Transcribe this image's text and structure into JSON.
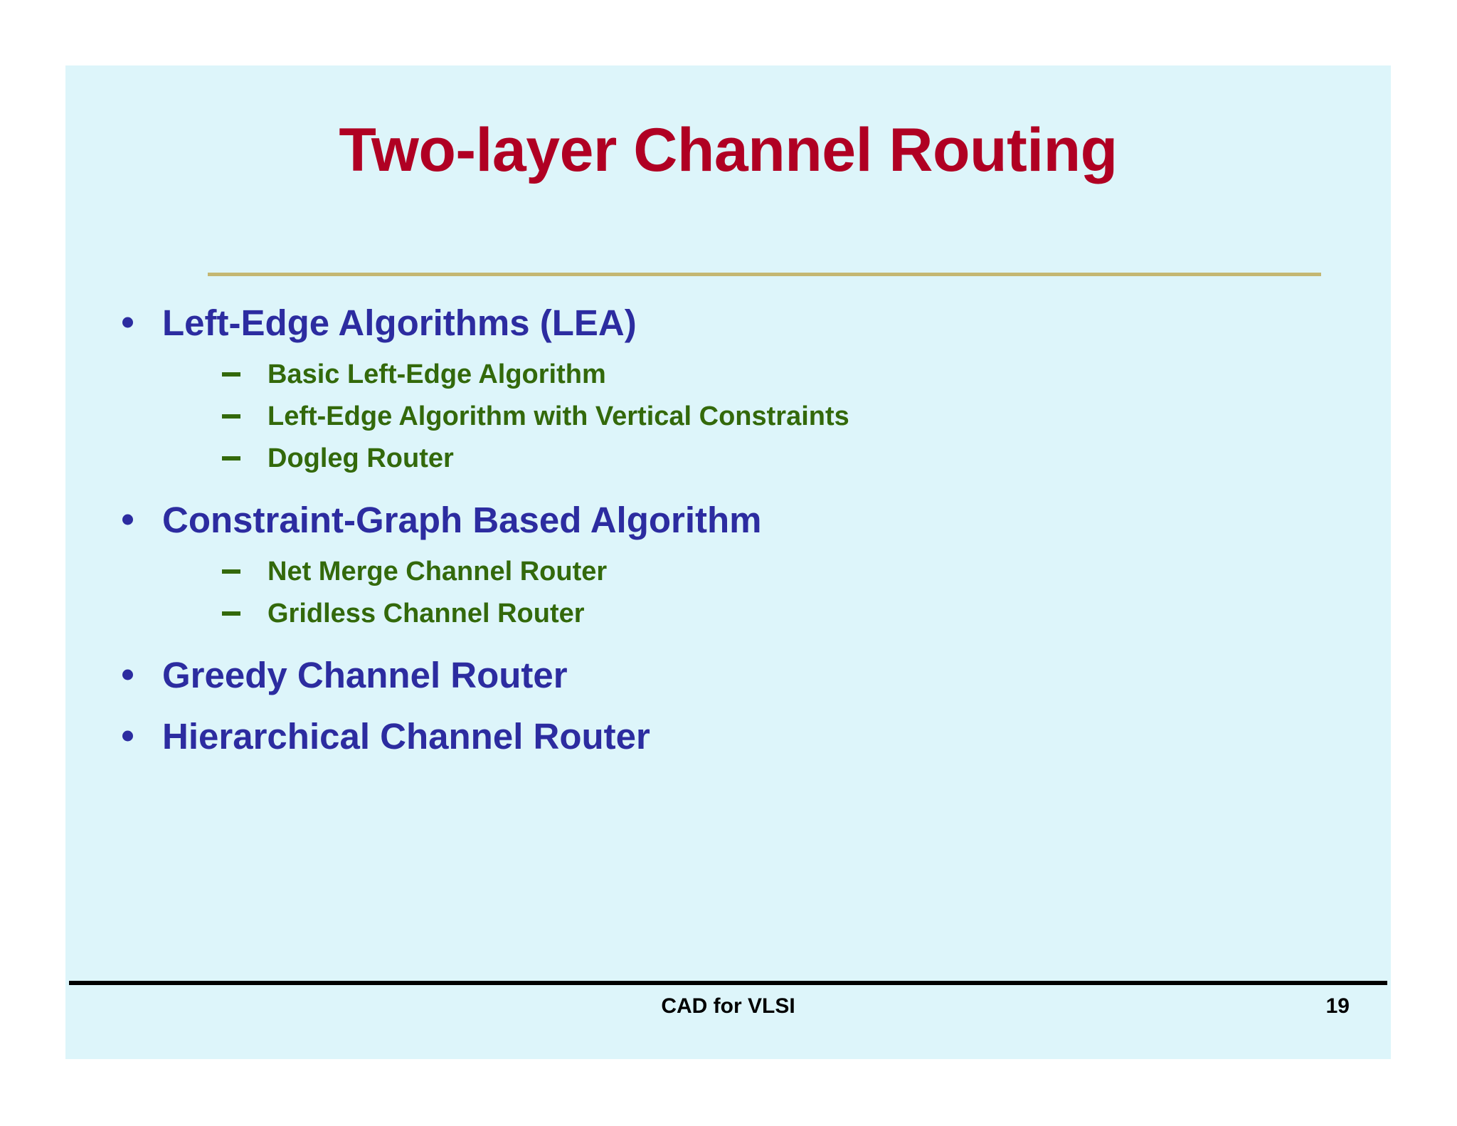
{
  "slide": {
    "title": "Two-layer Channel Routing",
    "background_color": "#ddf5fa",
    "page_background_color": "#ffffff",
    "title_color": "#b00023",
    "divider_color": "#c4b772",
    "level1_color": "#2c2ca0",
    "level2_color": "#33690b",
    "footer_rule_color": "#000000"
  },
  "body": {
    "items": [
      {
        "level": 1,
        "text": "Left-Edge Algorithms (LEA)",
        "marker": "bullet-dot-icon"
      },
      {
        "level": 2,
        "text": "Basic Left-Edge Algorithm",
        "marker": "bullet-dash-icon"
      },
      {
        "level": 2,
        "text": "Left-Edge Algorithm with Vertical Constraints",
        "marker": "bullet-dash-icon"
      },
      {
        "level": 2,
        "text": "Dogleg Router",
        "marker": "bullet-dash-icon"
      },
      {
        "level": 1,
        "text": "Constraint-Graph Based Algorithm",
        "marker": "bullet-dot-icon"
      },
      {
        "level": 2,
        "text": "Net Merge Channel Router",
        "marker": "bullet-dash-icon"
      },
      {
        "level": 2,
        "text": "Gridless Channel Router",
        "marker": "bullet-dash-icon"
      },
      {
        "level": 1,
        "text": "Greedy Channel Router",
        "marker": "bullet-dot-icon"
      },
      {
        "level": 1,
        "text": "Hierarchical Channel Router",
        "marker": "bullet-dot-icon"
      }
    ]
  },
  "footer": {
    "center_text": "CAD for VLSI",
    "page_number": "19"
  }
}
